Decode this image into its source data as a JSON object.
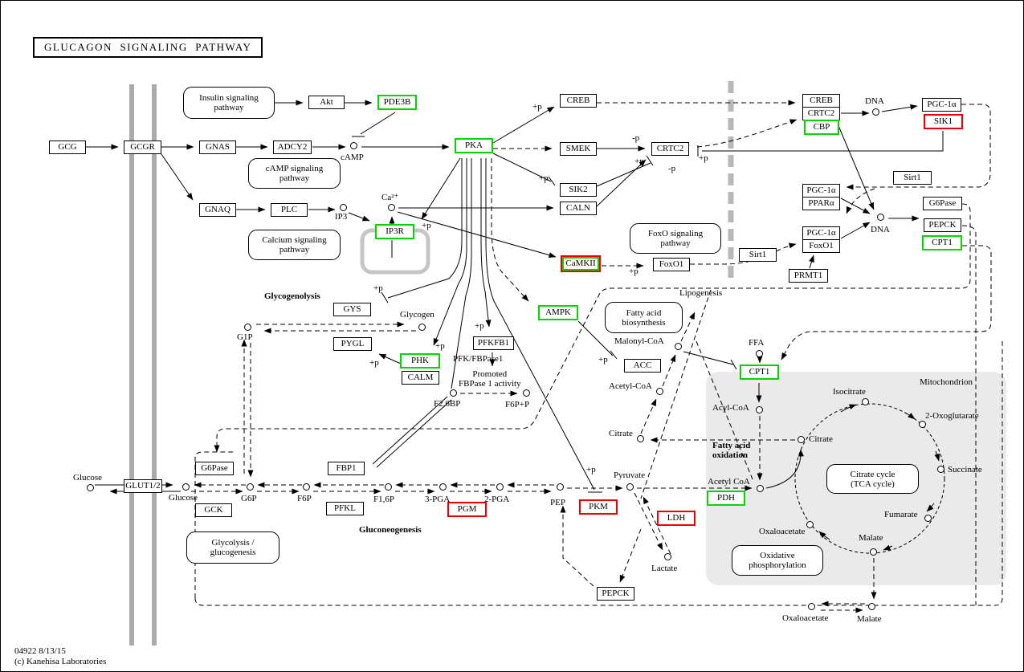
{
  "title": "GLUCAGON  SIGNALING  PATHWAY",
  "footer": {
    "map_id": "04922 8/13/15",
    "copyright": "(c) Kanehisa Laboratories"
  },
  "colors": {
    "highlight_green": "#00d800",
    "highlight_red": "#ee0000",
    "membrane_gray": "#ababab",
    "nuclear_membrane_gray": "#b8b8b8",
    "er_gray": "#c6c6c6",
    "mitochondrion_fill": "#eaeaea",
    "line_black": "#000000"
  },
  "genes": [
    {
      "label": "GCG"
    },
    {
      "label": "GCGR"
    },
    {
      "label": "GNAS"
    },
    {
      "label": "ADCY2"
    },
    {
      "label": "Akt"
    },
    {
      "label": "PDE3B"
    },
    {
      "label": "PKA"
    },
    {
      "label": "CREB"
    },
    {
      "label": "SMEK"
    },
    {
      "label": "SIK2"
    },
    {
      "label": "CALN"
    },
    {
      "label": "CRTC2"
    },
    {
      "label": "GNAQ"
    },
    {
      "label": "PLC"
    },
    {
      "label": "IP3R"
    },
    {
      "label": "CaMKII"
    },
    {
      "label": "FoxO1"
    },
    {
      "label": "Sirt1"
    },
    {
      "label": "CREB"
    },
    {
      "label": "CRTC2"
    },
    {
      "label": "CBP"
    },
    {
      "label": "PGC-1α"
    },
    {
      "label": "SIK1"
    },
    {
      "label": "Sirt1"
    },
    {
      "label": "PGC-1α"
    },
    {
      "label": "PPARα"
    },
    {
      "label": "PGC-1α"
    },
    {
      "label": "FoxO1"
    },
    {
      "label": "PRMT1"
    },
    {
      "label": "G6Pase"
    },
    {
      "label": "PEPCK"
    },
    {
      "label": "CPT1"
    },
    {
      "label": "GYS"
    },
    {
      "label": "PYGL"
    },
    {
      "label": "PHK"
    },
    {
      "label": "CALM"
    },
    {
      "label": "PFKFB1"
    },
    {
      "label": "AMPK"
    },
    {
      "label": "ACC"
    },
    {
      "label": "CPT1"
    },
    {
      "label": "PDH"
    },
    {
      "label": "GLUT1/2"
    },
    {
      "label": "G6Pase"
    },
    {
      "label": "GCK"
    },
    {
      "label": "FBP1"
    },
    {
      "label": "PFKL"
    },
    {
      "label": "PGM"
    },
    {
      "label": "PKM"
    },
    {
      "label": "LDH"
    },
    {
      "label": "PEPCK"
    }
  ],
  "mets": [
    {
      "label": "cAMP"
    },
    {
      "label": "Ca²⁺"
    },
    {
      "label": "IP3"
    },
    {
      "label": "Glycogen"
    },
    {
      "label": "G1P"
    },
    {
      "label": "F2,6BP"
    },
    {
      "label": "F6P+P"
    },
    {
      "label": "Malonyl-CoA"
    },
    {
      "label": "Acetyl-CoA"
    },
    {
      "label": "Citrate"
    },
    {
      "label": "FFA"
    },
    {
      "label": "Acyl-CoA"
    },
    {
      "label": "Citrate"
    },
    {
      "label": "Acetyl CoA"
    },
    {
      "label": "Isocitrate"
    },
    {
      "label": "2-Oxoglutarate"
    },
    {
      "label": "Succinate"
    },
    {
      "label": "Fumarate"
    },
    {
      "label": "Malate"
    },
    {
      "label": "Oxaloacetate"
    },
    {
      "label": "Malate"
    },
    {
      "label": "Oxaloacetate"
    },
    {
      "label": "Glucose"
    },
    {
      "label": "Glucose"
    },
    {
      "label": "G6P"
    },
    {
      "label": "F6P"
    },
    {
      "label": "F1,6P"
    },
    {
      "label": "3-PGA"
    },
    {
      "label": "2-PGA"
    },
    {
      "label": "PEP"
    },
    {
      "label": "Pyruvate"
    },
    {
      "label": "Lactate"
    },
    {
      "label": "DNA"
    },
    {
      "label": "DNA"
    }
  ],
  "pathways": [
    {
      "label": "Insulin signaling\npathway"
    },
    {
      "label": "cAMP signaling\npathway"
    },
    {
      "label": "Calcium signaling\npathway"
    },
    {
      "label": "FoxO signaling\npathway"
    },
    {
      "label": "Fatty acid\nbiosynthesis"
    },
    {
      "label": "Citrate cycle\n(TCA cycle)"
    },
    {
      "label": "Oxidative\nphosphorylation"
    },
    {
      "label": "Glycolysis /\nglucogenesis"
    }
  ],
  "regions": [
    {
      "label": "Glycogenolysis"
    },
    {
      "label": "Gluconeogenesis"
    },
    {
      "label": "Fatty acid\noxidation"
    },
    {
      "label": "Lipogenesis"
    },
    {
      "label": "Mitochondrion"
    },
    {
      "label": "PFK/FBPase1"
    },
    {
      "label": "Promoted\nFBPase 1 activity"
    }
  ],
  "signs": [
    {
      "label": "+p"
    },
    {
      "label": "-p"
    },
    {
      "label": "+p"
    },
    {
      "label": "-p"
    },
    {
      "label": "+p"
    },
    {
      "label": "+p"
    },
    {
      "label": "+p"
    },
    {
      "label": "+p"
    },
    {
      "label": "+p"
    },
    {
      "label": "+p"
    },
    {
      "label": "+p"
    },
    {
      "label": "+p"
    },
    {
      "label": "+p"
    },
    {
      "label": "+p"
    }
  ]
}
